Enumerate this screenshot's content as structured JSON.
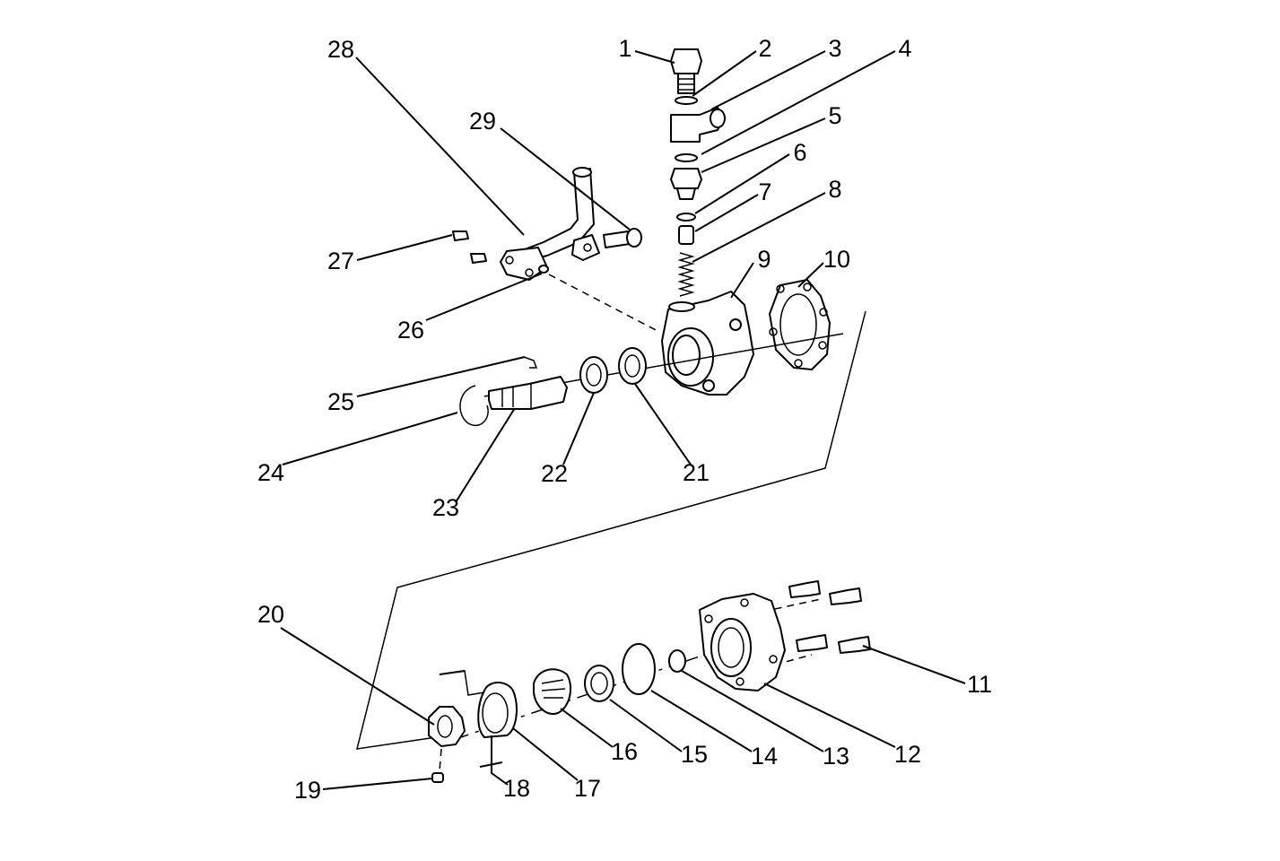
{
  "diagram": {
    "callouts": [
      "1",
      "2",
      "3",
      "4",
      "5",
      "6",
      "7",
      "8",
      "9",
      "10",
      "11",
      "12",
      "13",
      "14",
      "15",
      "16",
      "17",
      "18",
      "19",
      "20",
      "21",
      "22",
      "23",
      "24",
      "25",
      "26",
      "27",
      "28",
      "29"
    ]
  },
  "colors": {
    "ink": "#000000",
    "paper": "#ffffff"
  }
}
